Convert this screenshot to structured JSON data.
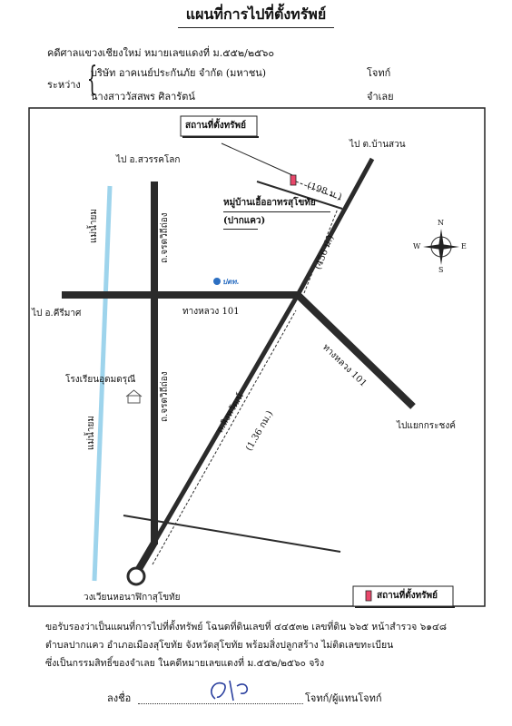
{
  "title": "แผนที่การไปที่ตั้งทรัพย์",
  "case": {
    "line": "คดีศาลแขวงเชียงใหม่ หมายเลขแดงที่ ม.๕๕๒/๒๕๖๐",
    "between_label": "ระหว่าง",
    "plaintiff": "บริษัท อาคเนย์ประกันภัย จำกัด (มหาชน)",
    "plaintiff_role": "โจทก์",
    "defendant": "นางสาววัสสพร ศิลารัตน์",
    "defendant_role": "จำเลย"
  },
  "map": {
    "property_box": "สถานที่ตั้งทรัพย์",
    "dist_198": "(198 ม.)",
    "village_line1": "หมู่บ้านเอื้ออาทรสุโขทัย",
    "village_line2": "(ปากแคว)",
    "to_ban_suan": "ไป ต.บ้านสวน",
    "to_sawankhalok": "ไป อ.สวรรคโลก",
    "to_khiri_mat": "ไป อ.คีรีมาศ",
    "hwy_101_h": "ทางหลวง 101",
    "hwy_101_d": "ทางหลวง 101",
    "to_kraseng": "ไปแยกกระชงค์",
    "dist_456": "(456 ม.)",
    "road_charot_1": "ถ.จรดวิถีถ่อง",
    "road_charot_2": "ถ.จรดวิถีถ่อง",
    "road_singhawat": "ถ.สิงหวัฒน์",
    "dist_136": "(1.36 กม.)",
    "river_1": "แม่น้ำยม",
    "river_2": "แม่น้ำยม",
    "school": "โรงเรียนอุดมดรุณี",
    "ptt": "ปตท.",
    "roundabout": "วงเวียนหอนาฬิกาสุโขทัย",
    "legend_label": "สถานที่ตั้งทรัพย์",
    "compass": {
      "n": "N",
      "s": "S",
      "e": "E",
      "w": "W"
    }
  },
  "certification": {
    "line1": "ขอรับรองว่าเป็นแผนที่การไปที่ตั้งทรัพย์ โฉนดที่ดินเลขที่ ๔๔๕๓๒ เลขที่ดิน ๖๖๕ หน้าสำรวจ ๖๑๔๘",
    "line2": "ตำบลปากแคว อำเภอเมืองสุโขทัย จังหวัดสุโขทัย พร้อมสิ่งปลูกสร้าง ไม่ติดเลขทะเบียน",
    "line3": "ซึ่งเป็นกรรมสิทธิ์ของจำเลย ในคดีหมายเลขแดงที่ ม.๕๕๒/๒๕๖๐ จริง"
  },
  "signature": {
    "label": "ลงชื่อ",
    "role": "โจทก์/ผู้แทนโจทก์"
  },
  "colors": {
    "road": "#2b2b2b",
    "river": "#9ed4ec",
    "property": "#e8476a"
  }
}
